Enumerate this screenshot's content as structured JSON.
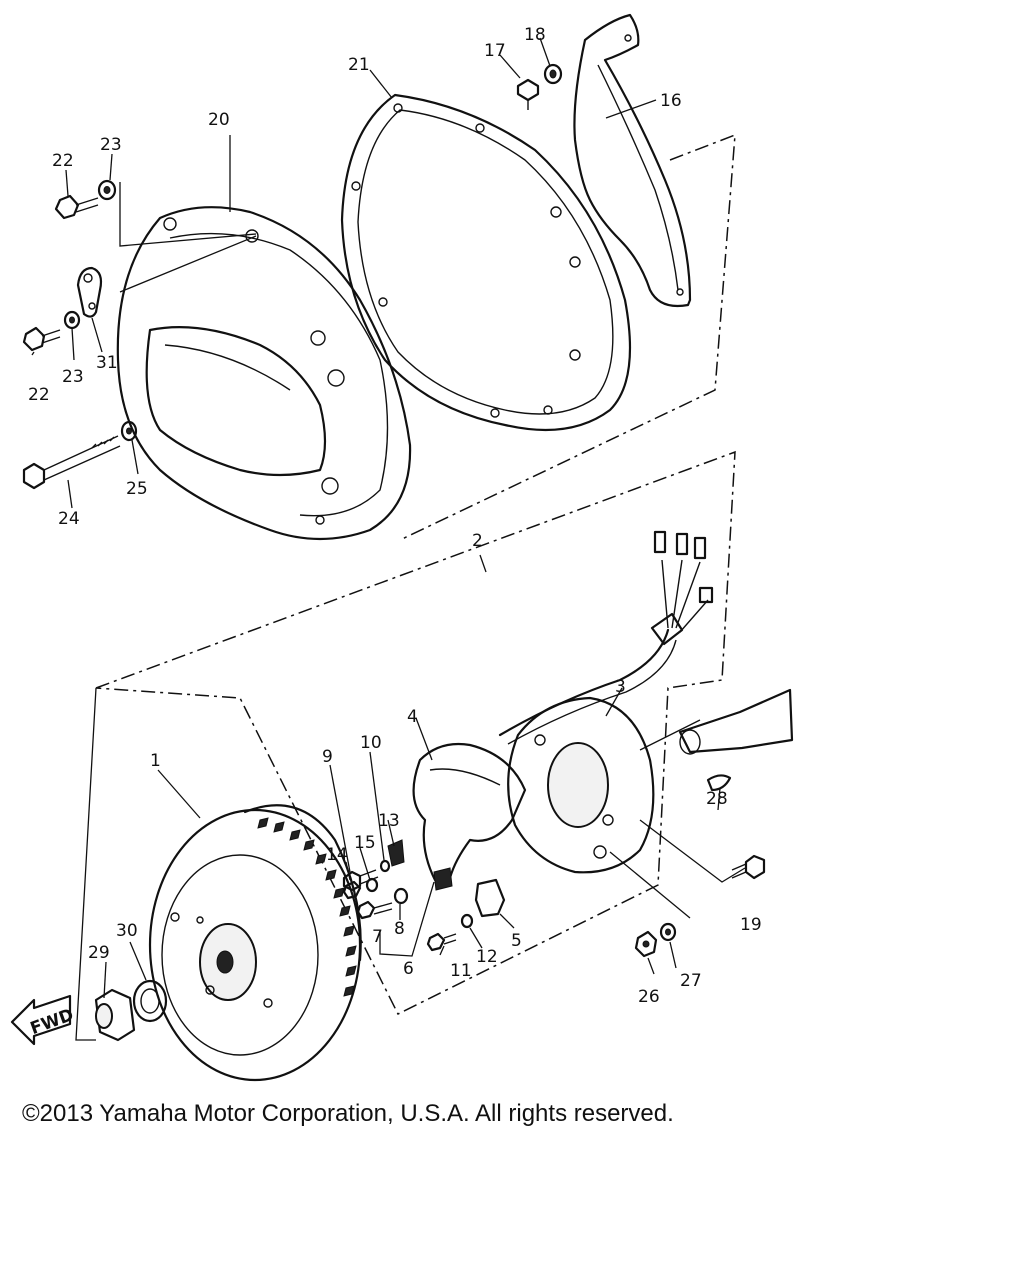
{
  "copyright": "©2013 Yamaha Motor Corporation, U.S.A. All rights reserved.",
  "fwd_label": "FWD",
  "callouts": {
    "c1": "1",
    "c2": "2",
    "c3": "3",
    "c4": "4",
    "c5": "5",
    "c6": "6",
    "c7": "7",
    "c8": "8",
    "c9": "9",
    "c10": "10",
    "c11": "11",
    "c12": "12",
    "c13": "13",
    "c14": "14",
    "c15": "15",
    "c16": "16",
    "c17": "17",
    "c18": "18",
    "c19": "19",
    "c20": "20",
    "c21": "21",
    "c22a": "22",
    "c22b": "22",
    "c23a": "23",
    "c23b": "23",
    "c24": "24",
    "c25": "25",
    "c26": "26",
    "c27": "27",
    "c28": "28",
    "c29": "29",
    "c30": "30",
    "c31": "31"
  }
}
